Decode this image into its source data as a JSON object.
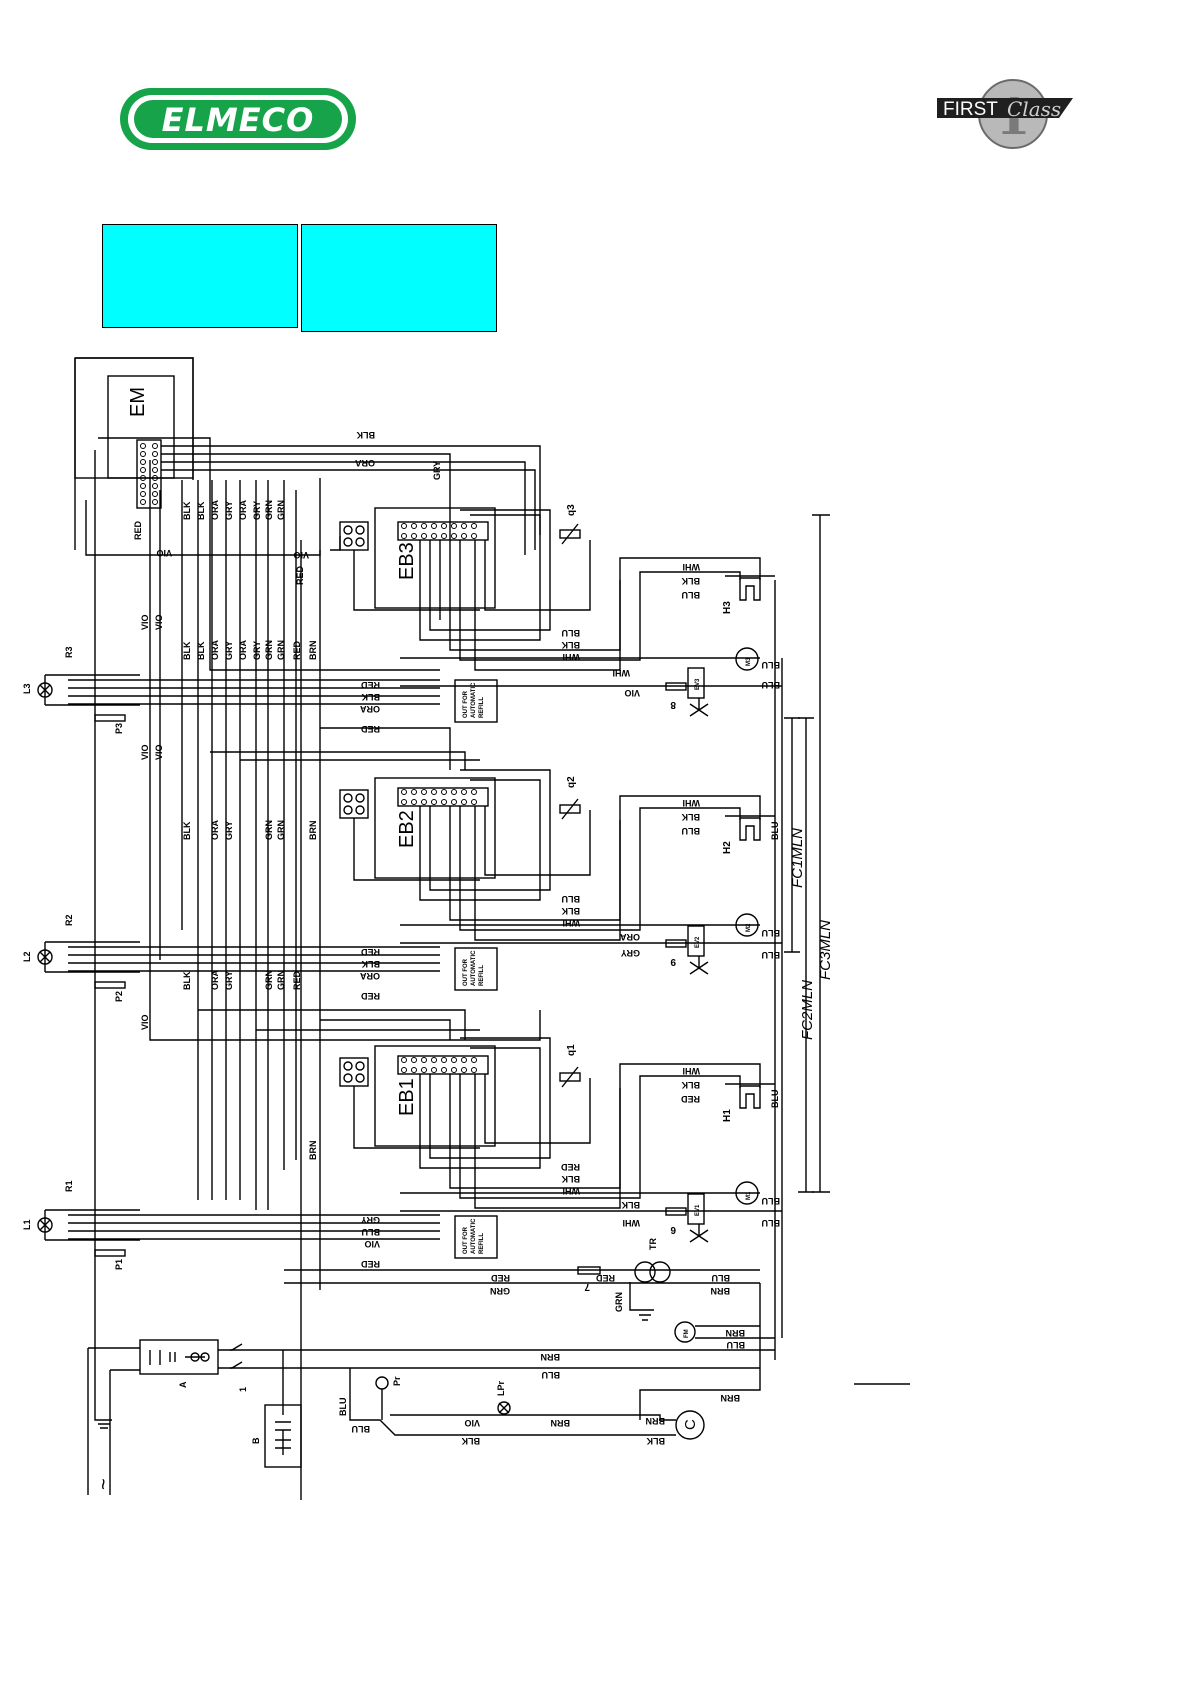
{
  "brand": {
    "name": "ELMECO",
    "series_logo_text": "FIRST",
    "series_logo_script": "Class",
    "series_logo_numeral": "1"
  },
  "colors": {
    "brand_green": "#16a34a",
    "box_fill": "#00ffff",
    "line": "#000000"
  },
  "diagram": {
    "em": "EM",
    "boards": [
      "EB3",
      "EB2",
      "EB1"
    ],
    "thermo": [
      "q3",
      "q2",
      "q1"
    ],
    "heaters": [
      "H3",
      "H2",
      "H1"
    ],
    "motors": [
      "M3",
      "M2",
      "M1"
    ],
    "valves": [
      "EV3",
      "EV2",
      "EV1"
    ],
    "fuses": [
      "8",
      "9",
      "6",
      "7"
    ],
    "lamps": [
      "L3",
      "L2",
      "L1"
    ],
    "resistors": [
      "R3",
      "R2",
      "R1"
    ],
    "pots": [
      "P3",
      "P2",
      "P1"
    ],
    "refill_out": [
      "OUT FOR",
      "AUTOMATIC",
      "REFILL"
    ],
    "models": [
      "FC1MLN",
      "FC2MLN",
      "FC3MLN"
    ],
    "bottom": {
      "tr": "TR",
      "fm": "FM",
      "a": "A",
      "b": "B",
      "one": "1",
      "c": "C",
      "pr": "Pr",
      "lpr": "LPr",
      "ac": "~"
    },
    "wires": {
      "blk": "BLK",
      "ora": "ORA",
      "gry": "GRY",
      "vio": "VIO",
      "red": "RED",
      "grn": "GRN",
      "brn": "BRN",
      "blu": "BLU",
      "whi": "WHI"
    }
  }
}
